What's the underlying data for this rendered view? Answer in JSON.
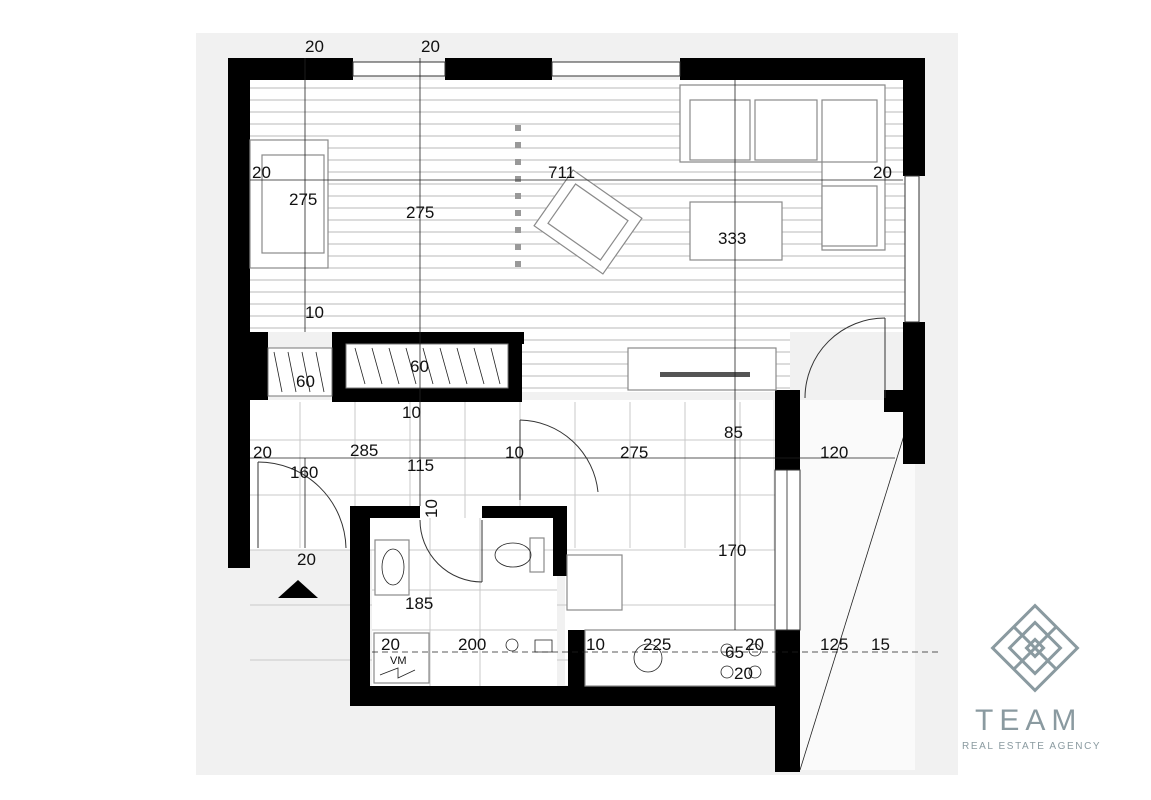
{
  "plan": {
    "labels": {
      "top_20_a": "20",
      "top_20_b": "20",
      "left_20": "20",
      "right_20": "20",
      "living_width": "711",
      "living_depth_a": "275",
      "living_depth_b": "275",
      "living_depth_c": "333",
      "gap_10_a": "10",
      "wardrobe_60_a": "60",
      "wardrobe_60_b": "60",
      "gap_10_b": "10",
      "hall_20": "20",
      "hall_285": "285",
      "hall_115": "115",
      "hall_10": "10",
      "kitchen_275": "275",
      "kitchen_85": "85",
      "balcony_120": "120",
      "entry_160": "160",
      "entry_20": "20",
      "bath_10": "10",
      "kitchen_170": "170",
      "bath_185": "185",
      "bath_20": "20",
      "bath_200": "200",
      "kitchen_10": "10",
      "kitchen_225": "225",
      "kitchen_20a": "20",
      "kitchen_65": "65",
      "kitchen_20b": "20",
      "balcony_125": "125",
      "balcony_15": "15",
      "vm": "VM"
    }
  },
  "brand": {
    "name": "TEAM",
    "tagline": "REAL ESTATE AGENCY",
    "color": "#8a9aa0"
  }
}
